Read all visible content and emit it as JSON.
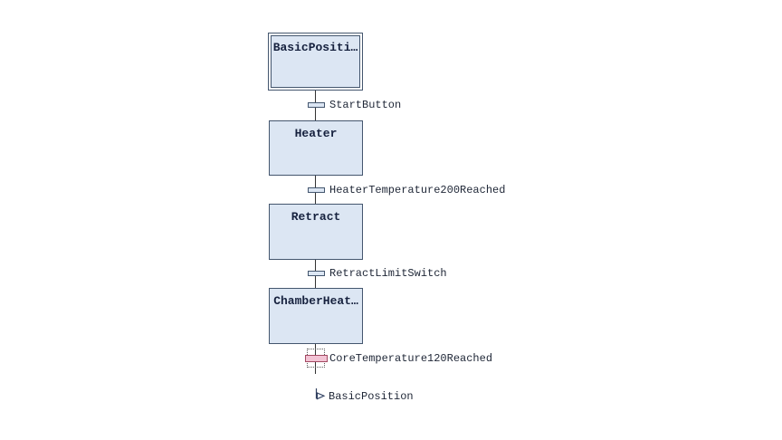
{
  "diagram": {
    "type": "sfc",
    "steps": [
      {
        "name": "BasicPositi…",
        "kind": "initial-step"
      },
      {
        "name": "Heater",
        "kind": "step"
      },
      {
        "name": "Retract",
        "kind": "step"
      },
      {
        "name": "ChamberHeat…",
        "kind": "step"
      }
    ],
    "transitions": [
      {
        "name": "StartButton",
        "selected": false
      },
      {
        "name": "HeaterTemperature200Reached",
        "selected": false
      },
      {
        "name": "RetractLimitSwitch",
        "selected": false
      },
      {
        "name": "CoreTemperature120Reached",
        "selected": true
      }
    ],
    "jump": {
      "target": "BasicPosition"
    }
  },
  "colors": {
    "background": "#ffffff",
    "step_fill": "#dce6f3",
    "step_border": "#44566e",
    "step_text": "#16213e",
    "transition_fill": "#dce6f3",
    "transition_border": "#44566e",
    "selected_transition_fill": "#f2c3d4",
    "selected_transition_border": "#a34a63",
    "selection_marquee": "#5a5a5a",
    "label_text": "#1e2636",
    "connector_line": "#333333",
    "jump_icon": "#31405f"
  }
}
